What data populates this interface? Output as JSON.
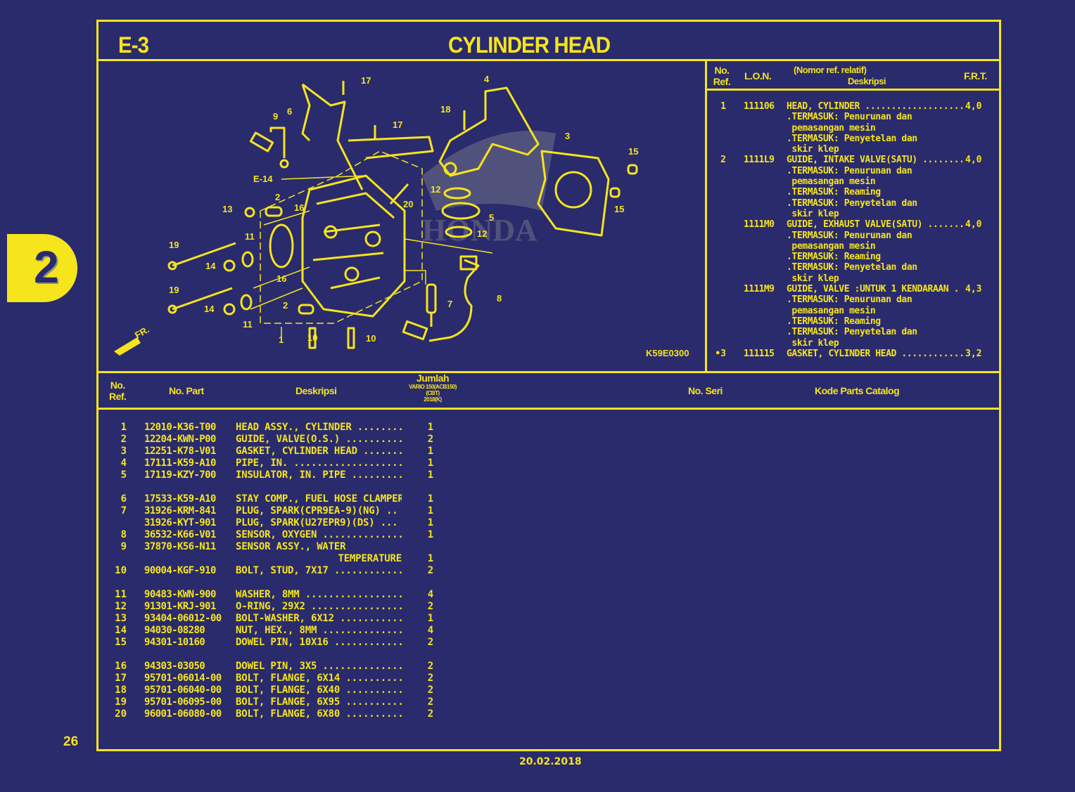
{
  "page": {
    "section_code": "E-3",
    "title": "CYLINDER HEAD",
    "chapter_tab": "2",
    "page_number": "26",
    "date": "20.02.2018",
    "colors": {
      "background": "#2a2b6c",
      "ink": "#f6e41c"
    }
  },
  "diagram": {
    "callouts": [
      "17",
      "17",
      "9",
      "6",
      "4",
      "18",
      "3",
      "15",
      "15",
      "E-14",
      "2",
      "13",
      "16",
      "12",
      "20",
      "5",
      "12",
      "11",
      "19",
      "14",
      "16",
      "19",
      "14",
      "11",
      "2",
      "1",
      "10",
      "10",
      "7",
      "8"
    ],
    "figure_code": "K59E0300",
    "direction_label": "FR.",
    "watermark": "HONDA"
  },
  "ref_table": {
    "headers": {
      "ref": "No.\nRef.",
      "lon": "L.O.N.",
      "desc_sub": "(Nomor ref. relatif)",
      "desc": "Deskripsi",
      "frt": "F.R.T."
    },
    "items": [
      {
        "ref": "1",
        "lon": "111106",
        "desc": "HEAD, CYLINDER ..........................",
        "frt": "4,0",
        "notes": [
          ".TERMASUK: Penurunan dan",
          " pemasangan mesin",
          ".TERMASUK: Penyetelan dan",
          " skir klep"
        ]
      },
      {
        "ref": "2",
        "lon": "1111L9",
        "desc": "GUIDE, INTAKE VALVE(SATU) ..........",
        "frt": "4,0",
        "notes": [
          ".TERMASUK: Penurunan dan",
          " pemasangan mesin",
          ".TERMASUK: Reaming",
          ".TERMASUK: Penyetelan dan",
          " skir klep"
        ]
      },
      {
        "ref": "",
        "lon": "1111M0",
        "desc": "GUIDE, EXHAUST VALVE(SATU) .........",
        "frt": "4,0",
        "notes": [
          ".TERMASUK: Penurunan dan",
          " pemasangan mesin",
          ".TERMASUK: Reaming",
          ".TERMASUK: Penyetelan dan",
          " skir klep"
        ]
      },
      {
        "ref": "",
        "lon": "1111M9",
        "desc": "GUIDE, VALVE :UNTUK 1 KENDARAAN .",
        "frt": "4,3",
        "notes": [
          ".TERMASUK: Penurunan dan",
          " pemasangan mesin",
          ".TERMASUK: Reaming",
          ".TERMASUK: Penyetelan dan",
          " skir klep"
        ]
      },
      {
        "ref": "•3",
        "lon": "111115",
        "desc": "GASKET, CYLINDER HEAD ..................",
        "frt": "3,2",
        "notes": []
      }
    ]
  },
  "parts_table": {
    "headers": {
      "ref": "No.\nRef.",
      "part_no": "No. Part",
      "desc": "Deskripsi",
      "qty_title": "Jumlah",
      "qty_model": "VARIO 150(ACB150)\n(CBT)\n2018(K)",
      "serial": "No. Seri",
      "catalog": "Kode Parts Catalog"
    },
    "groups": [
      [
        {
          "ref": "1",
          "part_no": "12010-K36-T00",
          "desc": "HEAD ASSY., CYLINDER ...................",
          "qty": "1"
        },
        {
          "ref": "2",
          "part_no": "12204-KWN-P00",
          "desc": "GUIDE, VALVE(O.S.) .....................",
          "qty": "2"
        },
        {
          "ref": "3",
          "part_no": "12251-K78-V01",
          "desc": "GASKET, CYLINDER HEAD ..................",
          "qty": "1"
        },
        {
          "ref": "4",
          "part_no": "17111-K59-A10",
          "desc": "PIPE, IN. ..............................",
          "qty": "1"
        },
        {
          "ref": "5",
          "part_no": "17119-KZY-700",
          "desc": "INSULATOR, IN. PIPE ....................",
          "qty": "1"
        }
      ],
      [
        {
          "ref": "6",
          "part_no": "17533-K59-A10",
          "desc": "STAY COMP., FUEL HOSE CLAMPER",
          "qty": "1"
        },
        {
          "ref": "7",
          "part_no": "31926-KRM-841",
          "desc": "PLUG, SPARK(CPR9EA-9)(NG) ..",
          "qty": "1"
        },
        {
          "ref": "",
          "part_no": "31926-KYT-901",
          "desc": "PLUG, SPARK(U27EPR9)(DS) ...",
          "qty": "1"
        },
        {
          "ref": "8",
          "part_no": "36532-K66-V01",
          "desc": "SENSOR, OXYGEN .........................",
          "qty": "1"
        },
        {
          "ref": "9",
          "part_no": "37870-K56-N11",
          "desc": "SENSOR ASSY., WATER",
          "qty": ""
        },
        {
          "ref": "",
          "part_no": "",
          "desc": "TEMPERATURE",
          "qty": "1",
          "align": "right"
        },
        {
          "ref": "10",
          "part_no": "90004-KGF-910",
          "desc": "BOLT, STUD, 7X17 .......................",
          "qty": "2"
        }
      ],
      [
        {
          "ref": "11",
          "part_no": "90483-KWN-900",
          "desc": "WASHER, 8MM ............................",
          "qty": "4"
        },
        {
          "ref": "12",
          "part_no": "91301-KRJ-901",
          "desc": "O-RING, 29X2 ...........................",
          "qty": "2"
        },
        {
          "ref": "13",
          "part_no": "93404-06012-00",
          "desc": "BOLT-WASHER, 6X12 ......................",
          "qty": "1"
        },
        {
          "ref": "14",
          "part_no": "94030-08280",
          "desc": "NUT, HEX., 8MM .........................",
          "qty": "4"
        },
        {
          "ref": "15",
          "part_no": "94301-10160",
          "desc": "DOWEL PIN, 10X16 .......................",
          "qty": "2"
        }
      ],
      [
        {
          "ref": "16",
          "part_no": "94303-03050",
          "desc": "DOWEL PIN, 3X5 .........................",
          "qty": "2"
        },
        {
          "ref": "17",
          "part_no": "95701-06014-00",
          "desc": "BOLT, FLANGE, 6X14 .....................",
          "qty": "2"
        },
        {
          "ref": "18",
          "part_no": "95701-06040-00",
          "desc": "BOLT, FLANGE, 6X40 .....................",
          "qty": "2"
        },
        {
          "ref": "19",
          "part_no": "95701-06095-00",
          "desc": "BOLT, FLANGE, 6X95 .....................",
          "qty": "2"
        },
        {
          "ref": "20",
          "part_no": "96001-06080-00",
          "desc": "BOLT, FLANGE, 6X80 .....................",
          "qty": "2"
        }
      ]
    ]
  }
}
